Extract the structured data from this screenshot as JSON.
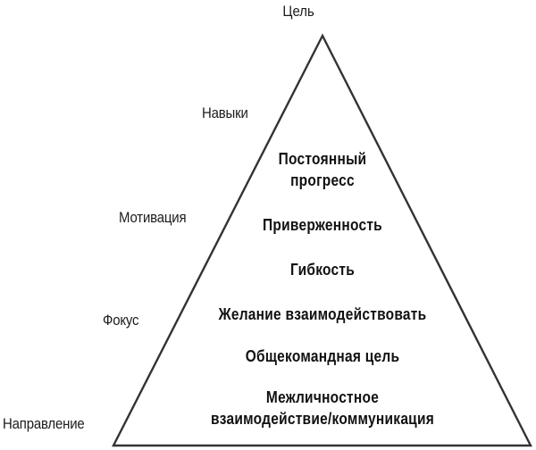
{
  "diagram": {
    "type": "pyramid",
    "apex_label": "Цель",
    "side_labels": [
      "Навыки",
      "Мотивация",
      "Фокус",
      "Направление"
    ],
    "tiers": [
      {
        "line1": "Постоянный",
        "line2": "прогресс"
      },
      {
        "line1": "Приверженность"
      },
      {
        "line1": "Гибкость"
      },
      {
        "line1": "Желание взаимодействовать"
      },
      {
        "line1": "Общекомандная цель"
      },
      {
        "line1": "Межличностное",
        "line2": "взаимодействие/коммуникация"
      }
    ],
    "colors": {
      "stroke": "#333333",
      "text": "#111111",
      "background": "#ffffff"
    }
  }
}
